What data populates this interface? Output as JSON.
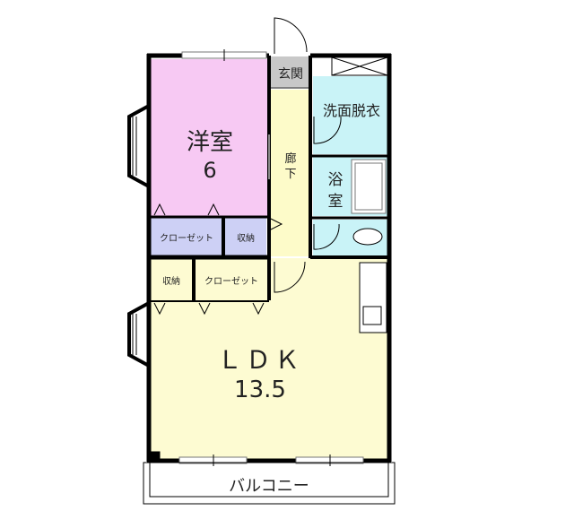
{
  "floorplan": {
    "rooms": {
      "western_room": {
        "name": "洋室",
        "size": "6",
        "color": "#f7c9f3"
      },
      "entrance": {
        "name": "玄関",
        "color": "#c8c8c8"
      },
      "corridor": {
        "name_line1": "廊",
        "name_line2": "下",
        "color": "#fdfbc9"
      },
      "washroom": {
        "name": "洗面脱衣",
        "color": "#c9f3f7"
      },
      "bathroom": {
        "name_line1": "浴",
        "name_line2": "室",
        "color": "#c9f3f7"
      },
      "toilet": {
        "color": "#c9f3f7"
      },
      "closet_upper": {
        "name": "クローゼット",
        "color": "#cdd0f5"
      },
      "storage_upper": {
        "name": "収納",
        "color": "#cdd0f5"
      },
      "storage_lower": {
        "name": "収納",
        "color": "#cdd0f5"
      },
      "closet_lower": {
        "name": "クローゼット",
        "color": "#cdd0f5"
      },
      "ldk": {
        "name": "ＬＤＫ",
        "size": "13.5",
        "color": "#fdfbd2"
      },
      "balcony": {
        "name": "バルコニー"
      }
    },
    "wall_color": "#000000"
  }
}
